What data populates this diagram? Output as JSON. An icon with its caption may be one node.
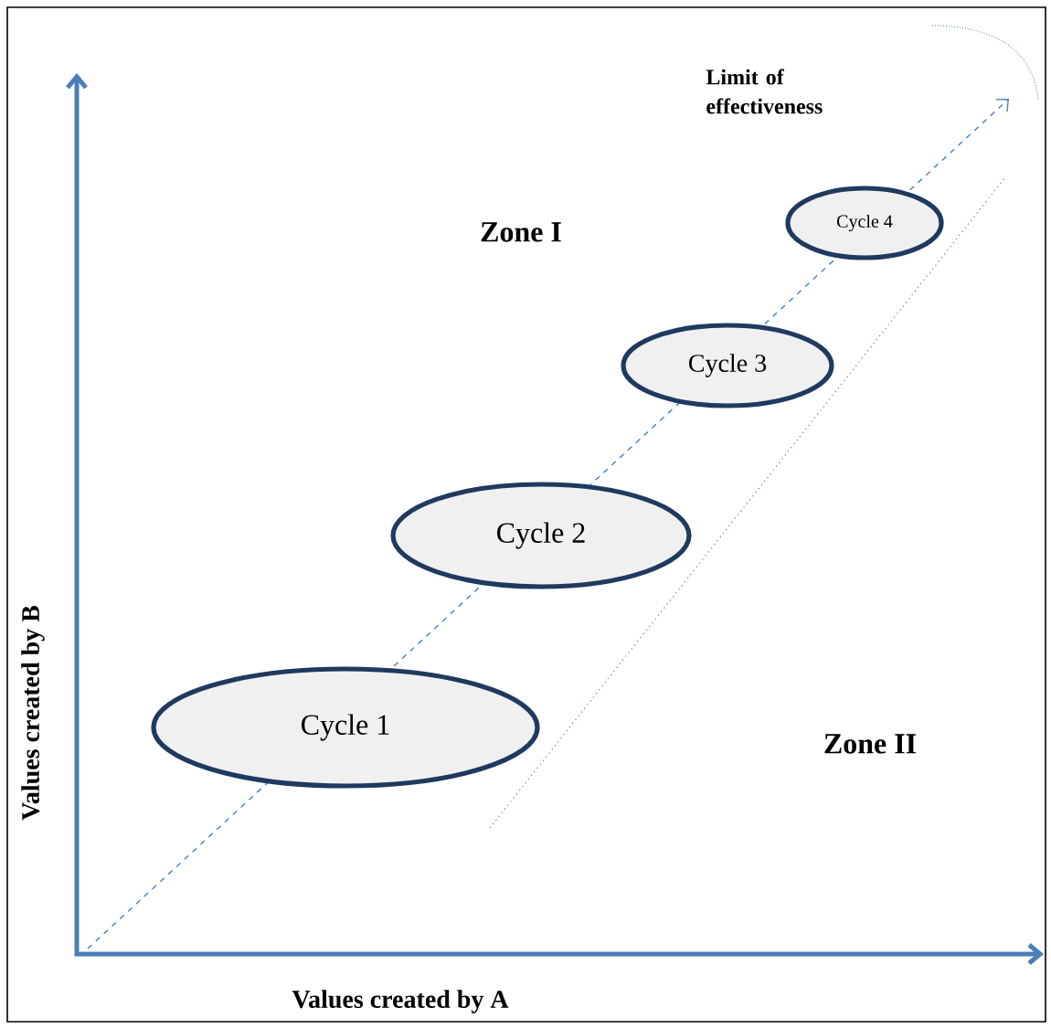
{
  "diagram": {
    "nodes": [
      {
        "text": [
          "Cycle 1"
        ]
      },
      {
        "text": [
          "Cycle 2"
        ]
      },
      {
        "text": [
          "Cycle 3"
        ]
      },
      {
        "text": [
          "Cycle 4"
        ]
      }
    ],
    "labels": [
      "Limit of effectiveness",
      "Zone I",
      "Zone II",
      "Values created by B",
      "Values created by A"
    ]
  }
}
